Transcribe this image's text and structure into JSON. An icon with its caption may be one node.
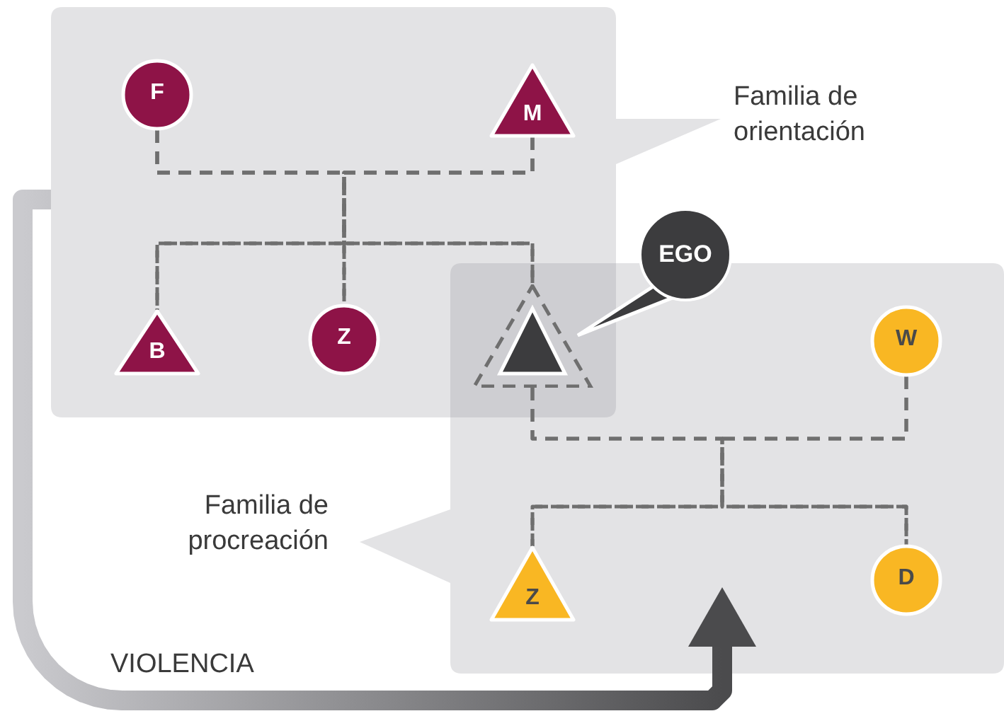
{
  "diagram": {
    "nodes": [
      {
        "text": [
          "Familia de orientación"
        ]
      },
      {
        "text": [
          "F"
        ],
        "in": 0
      },
      {
        "text": [
          "M"
        ],
        "in": 0
      },
      {
        "text": [
          "B"
        ],
        "in": 0
      },
      {
        "text": [
          "Z"
        ],
        "in": 0
      },
      {
        "text": [],
        "shape": "triangle"
      },
      {
        "text": [
          "EGO"
        ]
      },
      {
        "text": [
          "Familia de procreación"
        ]
      },
      {
        "text": [
          "W"
        ],
        "in": 7
      },
      {
        "text": [
          "Z"
        ],
        "in": 7
      },
      {
        "text": [
          "D"
        ],
        "in": 7
      }
    ],
    "edges": [
      {
        "from": 1,
        "to": 3,
        "arrow": "none",
        "style": "dashed"
      },
      {
        "from": 1,
        "to": 4,
        "arrow": "none",
        "style": "dashed"
      },
      {
        "from": 1,
        "to": 5,
        "arrow": "none",
        "style": "dashed"
      },
      {
        "from": 2,
        "to": 3,
        "arrow": "none",
        "style": "dashed"
      },
      {
        "from": 2,
        "to": 4,
        "arrow": "none",
        "style": "dashed"
      },
      {
        "from": 2,
        "to": 5,
        "arrow": "none",
        "style": "dashed"
      },
      {
        "from": 5,
        "to": 9,
        "arrow": "none",
        "style": "dashed"
      },
      {
        "from": 5,
        "to": 10,
        "arrow": "none",
        "style": "dashed"
      },
      {
        "from": 8,
        "to": 9,
        "arrow": "none",
        "style": "dashed"
      },
      {
        "from": 8,
        "to": 10,
        "arrow": "none",
        "style": "dashed"
      },
      {
        "from": 6,
        "to": 5,
        "arrow": "none"
      },
      {
        "from": 0,
        "to": 7,
        "arrow": "to",
        "label": "VIOLENCIA",
        "style": "thick"
      }
    ]
  }
}
